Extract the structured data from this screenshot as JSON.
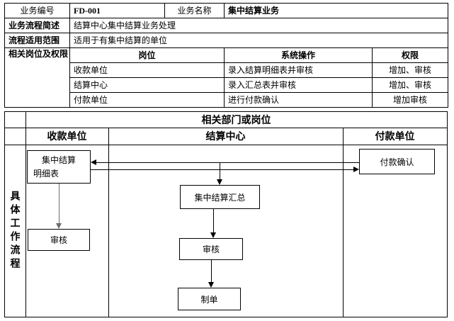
{
  "document": {
    "header_row": {
      "code_label": "业务编号",
      "code_value": "FD-001",
      "name_label": "业务名称",
      "name_value": "集中结算业务"
    },
    "summary_row": {
      "label": "业务流程简述",
      "value": "结算中心集中结算业务处理"
    },
    "scope_row": {
      "label": "流程适用范围",
      "value": "适用于有集中结算的单位"
    },
    "roles_section": {
      "label": "相关岗位及权限",
      "columns": [
        "岗位",
        "系统操作",
        "权限"
      ],
      "rows": [
        {
          "post": "收款单位",
          "operation": "录入结算明细表并审核",
          "authority": "增加、审核"
        },
        {
          "post": "结算中心",
          "operation": "录入汇总表并审核",
          "authority": "增加、审核"
        },
        {
          "post": "付款单位",
          "operation": "进行付款确认",
          "authority": "增加审核"
        }
      ]
    },
    "flow_section": {
      "side_label": "具体工作流程",
      "banner": "相关部门或岗位",
      "lanes": [
        "收款单位",
        "结算中心",
        "付款单位"
      ],
      "nodes": {
        "detail_line1": "集中结算",
        "detail_line2": "明细表",
        "audit_left": "审核",
        "summary": "集中结算汇总",
        "audit_center": "审核",
        "bill": "制单",
        "confirm": "付款确认"
      }
    }
  }
}
